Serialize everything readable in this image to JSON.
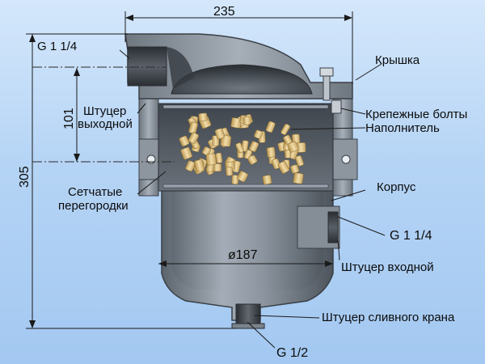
{
  "dimensions": {
    "top_width": "235",
    "total_height": "305",
    "mid_height": "101",
    "inner_diameter": "ø187"
  },
  "labels": {
    "outlet_thread": "G 1 1/4",
    "outlet_fitting_line1": "Штуцер",
    "outlet_fitting_line2": "выходной",
    "mesh_partitions_line1": "Сетчатые",
    "mesh_partitions_line2": "перегородки",
    "cover": "Крышка",
    "mounting_bolts": "Крепежные болты",
    "filler": "Наполнитель",
    "body": "Корпус",
    "inlet_thread": "G 1 1/4",
    "inlet_fitting": "Штуцер входной",
    "drain_fitting": "Штуцер сливного крана",
    "drain_thread": "G 1/2"
  },
  "colors": {
    "background_top": "#d4e7fb",
    "background_bottom": "#a3c8f1",
    "metal_light": "#9aa3ad",
    "metal_dark": "#4a5058",
    "filler_rings": "#e2c98a"
  }
}
